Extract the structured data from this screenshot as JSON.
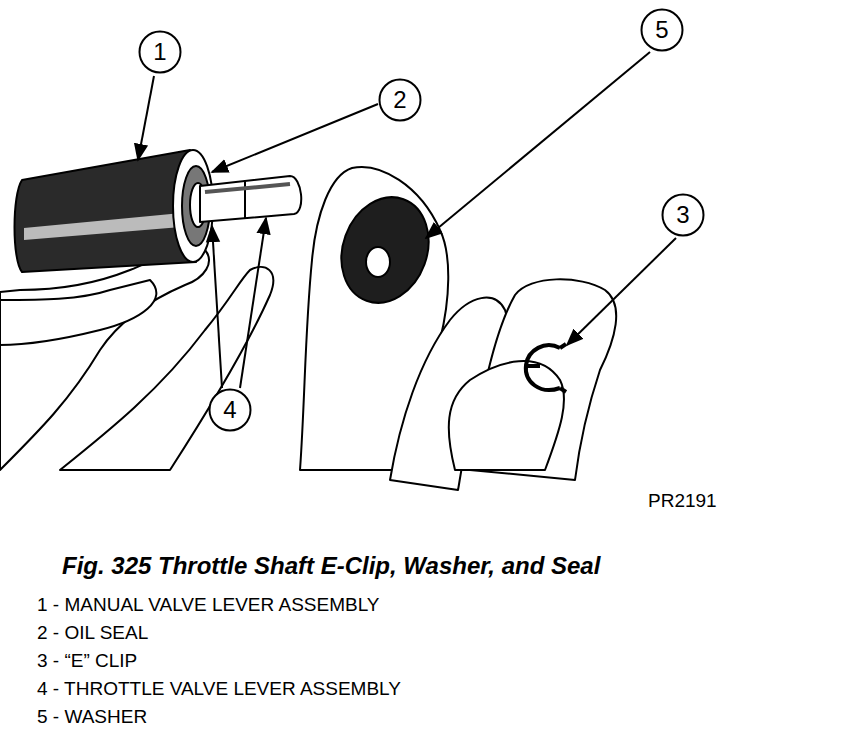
{
  "diagram": {
    "caption": "Fig. 325 Throttle Shaft E-Clip, Washer, and Seal",
    "nodes": [
      {
        "text": [
          "1"
        ]
      },
      {
        "text": [
          "5"
        ]
      },
      {
        "text": [
          "2"
        ]
      },
      {
        "text": [
          "3"
        ]
      },
      {
        "text": [
          "4"
        ]
      }
    ],
    "labels": [
      "PR2191",
      "1 - MANUAL VALVE LEVER ASSEMBLY",
      "2 - OIL SEAL",
      "3 - “E” CLIP",
      "4 - THROTTLE VALVE LEVER ASSEMBLY",
      "5 - WASHER"
    ]
  }
}
